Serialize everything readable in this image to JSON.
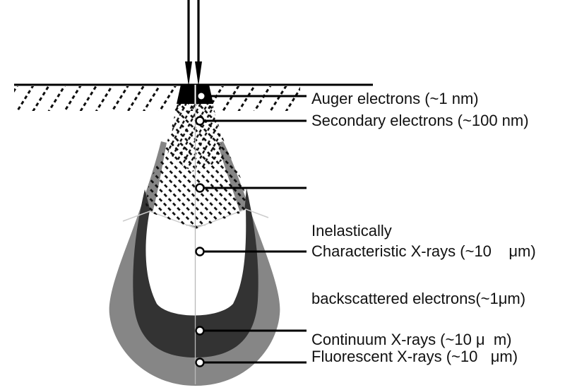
{
  "diagram": {
    "colors": {
      "outer_zone_gray": "#868686",
      "mid_zone_dark": "#333333",
      "ink": "#000000"
    },
    "labels": {
      "auger": "Auger electrons (~1 nm)",
      "secondary": "Secondary electrons (~100 nm)",
      "backscattered_line1": "Inelastically",
      "backscattered_line2": "backscattered electrons(~1μm)",
      "characteristic": "Characteristic X-rays (~10    μm)",
      "continuum": "Continuum X-rays (~10 μ  m)",
      "fluorescent": "Fluorescent X-rays (~10   μm)"
    }
  }
}
